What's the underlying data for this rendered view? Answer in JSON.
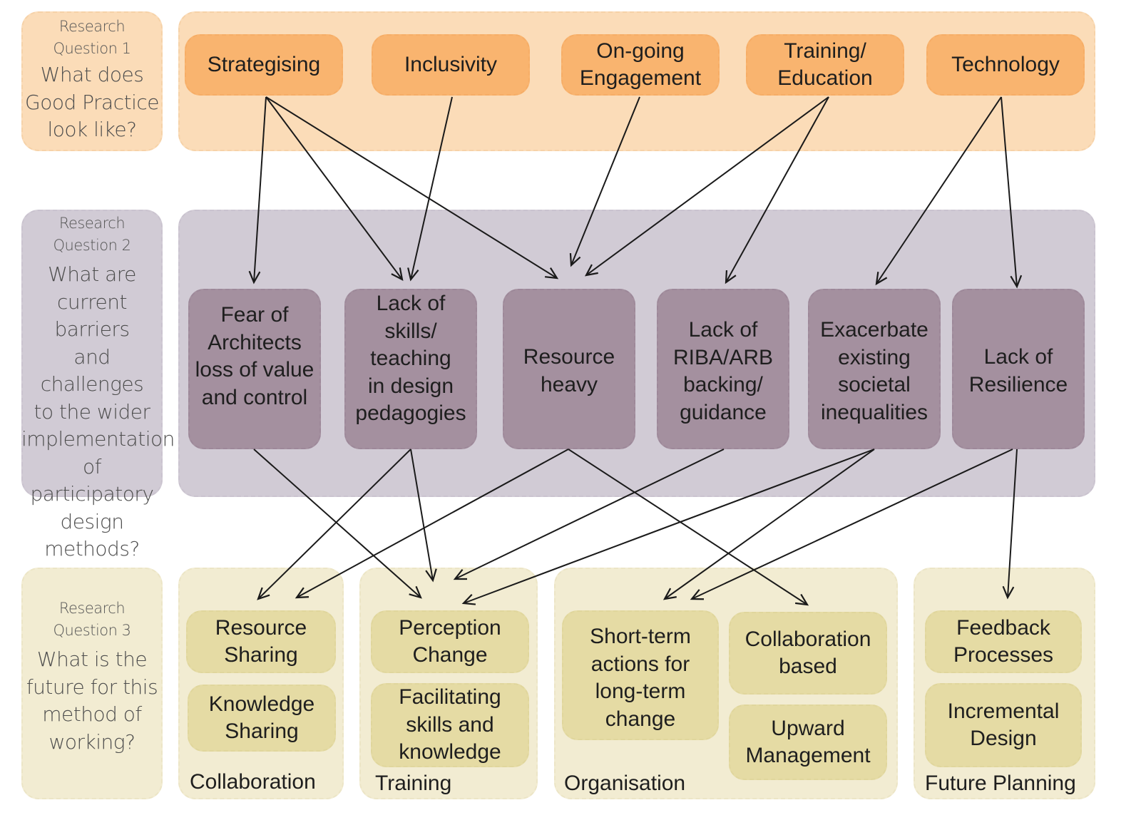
{
  "rows": [
    {
      "id": "rq1",
      "question_label": "Research\nQuestion 1",
      "question_text": "What does\nGood Practice\nlook like?",
      "color_panel": "#fbdcb8",
      "color_node": "#f9b46f",
      "nodes": [
        "Strategising",
        "Inclusivity",
        "On-going\nEngagement",
        "Training/\nEducation",
        "Technology"
      ]
    },
    {
      "id": "rq2",
      "question_label": "Research\nQuestion 2",
      "question_text": "What are\ncurrent barriers\nand challenges\nto the wider\nimplementation\nof participatory\ndesign\nmethods?",
      "color_panel": "#d1cbd5",
      "color_node": "#a4909f",
      "nodes": [
        "Fear of\nArchitects\nloss of value\nand control",
        "Lack of\nskills/\nteaching\nin design\npedagogies",
        "Resource\nheavy",
        "Lack of\nRIBA/ARB\nbacking/\nguidance",
        "Exacerbate\nexisting\nsocietal\ninequalities",
        "Lack of\nResilience"
      ]
    },
    {
      "id": "rq3",
      "question_label": "Research\nQuestion 3",
      "question_text": "What is the\nfuture for this\nmethod of\nworking?",
      "color_panel": "#f2ecd2",
      "color_node": "#e5dba4",
      "groups": [
        {
          "label": "Collaboration",
          "nodes": [
            "Resource\nSharing",
            "Knowledge\nSharing"
          ]
        },
        {
          "label": "Training",
          "nodes": [
            "Perception\nChange",
            "Facilitating\nskills and\nknowledge"
          ]
        },
        {
          "label": "Organisation",
          "nodes": [
            "Short-term\nactions for\nlong-term\nchange",
            "Collaboration\nbased",
            "Upward\nManagement"
          ]
        },
        {
          "label": "Future Planning",
          "nodes": [
            "Feedback\nProcesses",
            "Incremental\nDesign"
          ]
        }
      ]
    }
  ],
  "edges_rq1_to_rq2": [
    {
      "from": "Strategising",
      "to": "Fear of Architects loss of value and control"
    },
    {
      "from": "Strategising",
      "to": "Lack of skills/teaching in design pedagogies"
    },
    {
      "from": "Strategising",
      "to": "Resource heavy"
    },
    {
      "from": "Inclusivity",
      "to": "Lack of skills/teaching in design pedagogies"
    },
    {
      "from": "On-going Engagement",
      "to": "Resource heavy"
    },
    {
      "from": "Training/Education",
      "to": "Resource heavy"
    },
    {
      "from": "Training/Education",
      "to": "Lack of RIBA/ARB backing/guidance"
    },
    {
      "from": "Technology",
      "to": "Exacerbate existing societal inequalities"
    },
    {
      "from": "Technology",
      "to": "Lack of Resilience"
    }
  ],
  "edges_rq2_to_rq3": [
    {
      "from": "Fear of Architects loss of value and control",
      "to": "Training"
    },
    {
      "from": "Lack of skills/teaching in design pedagogies",
      "to": "Collaboration"
    },
    {
      "from": "Lack of skills/teaching in design pedagogies",
      "to": "Training"
    },
    {
      "from": "Resource heavy",
      "to": "Collaboration"
    },
    {
      "from": "Resource heavy",
      "to": "Organisation (Collaboration based)"
    },
    {
      "from": "Lack of RIBA/ARB backing/guidance",
      "to": "Training"
    },
    {
      "from": "Exacerbate existing societal inequalities",
      "to": "Training"
    },
    {
      "from": "Exacerbate existing societal inequalities",
      "to": "Organisation (Short-term actions)"
    },
    {
      "from": "Lack of Resilience",
      "to": "Organisation (Short-term actions)"
    },
    {
      "from": "Lack of Resilience",
      "to": "Future Planning"
    }
  ]
}
